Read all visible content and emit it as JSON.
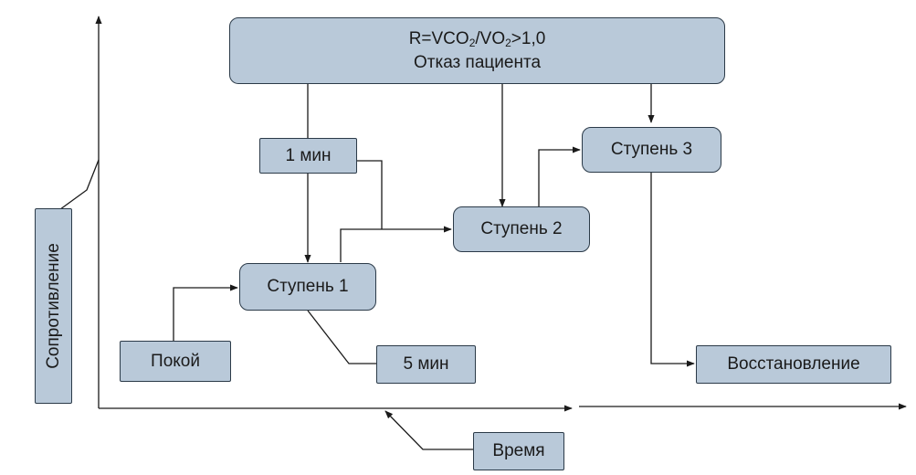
{
  "header": {
    "formula_prefix": "R=VCO",
    "formula_sub1": "2",
    "formula_mid": "/VO",
    "formula_sub2": "2",
    "formula_suffix": ">1,0",
    "line2": "Отказ пациента"
  },
  "nodes": {
    "one_min": "1 мин",
    "stage1": "Ступень 1",
    "stage2": "Ступень 2",
    "stage3": "Ступень 3",
    "rest": "Покой",
    "five_min": "5 мин",
    "recovery": "Восстановление"
  },
  "axes": {
    "y_label": "Сопротивление",
    "x_label": "Время"
  },
  "colors": {
    "box_fill": "#b9c9d9",
    "line": "#1a1a1a"
  }
}
